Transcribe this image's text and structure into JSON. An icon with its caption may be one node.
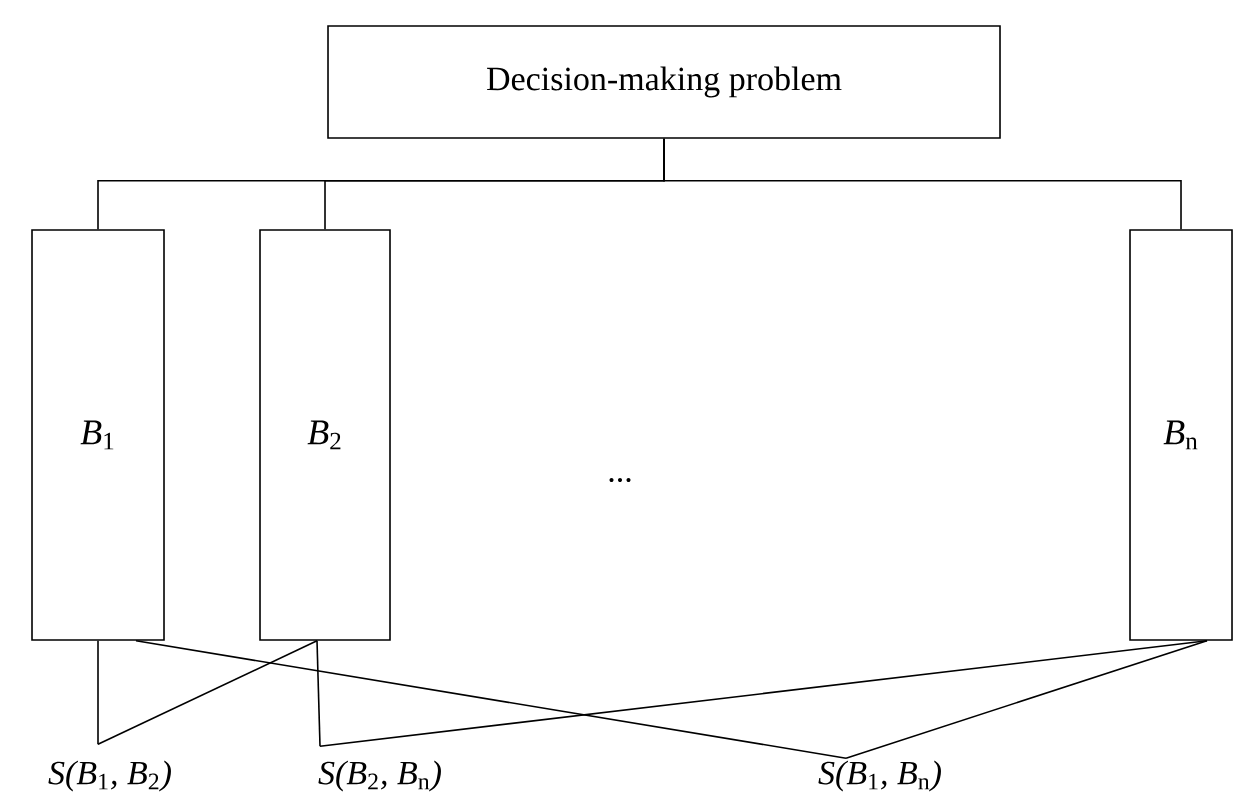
{
  "diagram": {
    "nodes": [
      {
        "text": [
          "Decision-making problem"
        ]
      },
      {
        "text": [
          "*B*$_{1}$"
        ]
      },
      {
        "text": [
          "*B*$_{2}$"
        ]
      },
      {
        "text": [
          "*B*$_{n}$"
        ]
      },
      {
        "text": [
          "*S(B*$_{1}$*, B*$_{2}$*)*"
        ]
      },
      {
        "text": [
          "*S(B*$_{2}$*, B*$_{n}$*)*"
        ]
      },
      {
        "text": [
          "*S(B*$_{1}$*, B*$_{n}$*)*"
        ]
      }
    ],
    "edges": [
      {
        "from": 0,
        "to": 1,
        "arrow": "none"
      },
      {
        "from": 0,
        "to": 2,
        "arrow": "none"
      },
      {
        "from": 0,
        "to": 3,
        "arrow": "none"
      },
      {
        "from": 1,
        "to": 4,
        "arrow": "none"
      },
      {
        "from": 2,
        "to": 4,
        "arrow": "none"
      },
      {
        "from": 2,
        "to": 5,
        "arrow": "none"
      },
      {
        "from": 3,
        "to": 5,
        "arrow": "none"
      },
      {
        "from": 1,
        "to": 6,
        "arrow": "none"
      },
      {
        "from": 3,
        "to": 6,
        "arrow": "none"
      }
    ],
    "labels": [
      "..."
    ]
  }
}
